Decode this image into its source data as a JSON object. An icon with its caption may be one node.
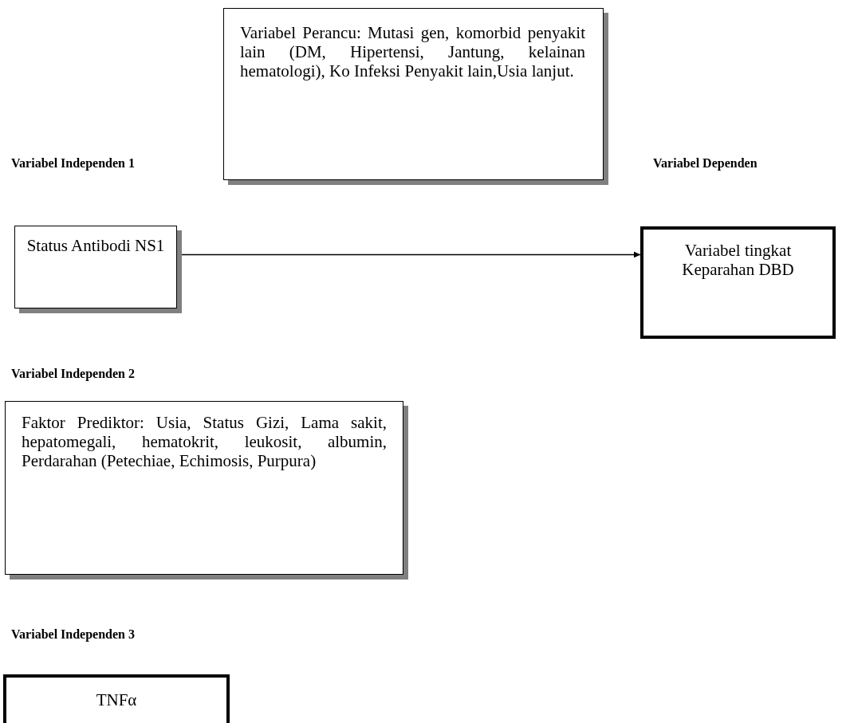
{
  "diagram": {
    "nodes": [
      {
        "text": [
          "Variabel Perancu: Mutasi gen, komorbid penyakit lain (DM, Hipertensi, Jantung, kelainan hematologi), Ko Infeksi Penyakit lain,Usia lanjut."
        ]
      },
      {
        "text": [
          "Status Antibodi NS1"
        ]
      },
      {
        "text": [
          "Variabel tingkat Keparahan DBD"
        ]
      },
      {
        "text": [
          "Faktor Prediktor: Usia, Status Gizi, Lama sakit, hepatomegali, hematokrit, leukosit, albumin, Perdarahan (Petechiae, Echimosis, Purpura)"
        ]
      },
      {
        "text": [
          "TNFα"
        ]
      }
    ],
    "edges": [
      {
        "from": 1,
        "to": 2,
        "arrow": "to"
      }
    ],
    "labels": [
      "Variabel Independen 1",
      "Variabel Dependen",
      "Variabel Independen 2",
      "Variabel Independen 3"
    ]
  }
}
